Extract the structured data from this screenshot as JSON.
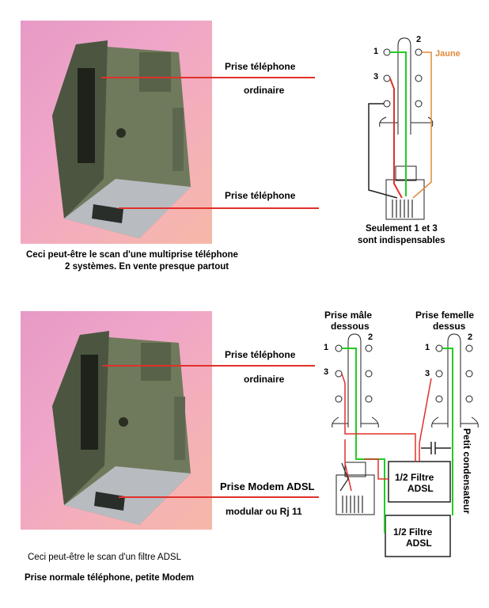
{
  "top": {
    "label_prise_ordinaire": "Prise téléphone",
    "label_ordinaire": "ordinaire",
    "label_prise": "Prise téléphone",
    "caption_line1": "Ceci peut-être le scan d'une multiprise téléphone",
    "caption_line2": "2 systèmes. En vente presque partout",
    "diagram": {
      "pin1": "1",
      "pin2": "2",
      "pin3": "3",
      "jaune": "Jaune",
      "note_line1": "Seulement 1 et 3",
      "note_line2": "sont indispensables"
    }
  },
  "bottom": {
    "label_prise_ordinaire": "Prise téléphone",
    "label_ordinaire": "ordinaire",
    "label_modem": "Prise Modem ADSL",
    "label_modular": "modular ou Rj 11",
    "caption_line1": "Ceci peut-être le scan  d'un filtre ADSL",
    "caption_line2": "Prise normale téléphone, petite Modem",
    "diagram": {
      "male_title_1": "Prise mâle",
      "male_title_2": "dessous",
      "femelle_title_1": "Prise femelle",
      "femelle_title_2": "dessus",
      "pin1": "1",
      "pin2": "2",
      "pin3": "3",
      "filter1_line1": "1/2 Filtre",
      "filter1_line2": "ADSL",
      "filter2_line1": "1/2 Filtre",
      "filter2_line2": "ADSL",
      "condensateur": "Petit condensateur"
    }
  },
  "colors": {
    "wire_red": "#e0302a",
    "wire_green": "#22cc22",
    "wire_orange": "#e08a3a",
    "wire_dark": "#222222"
  }
}
